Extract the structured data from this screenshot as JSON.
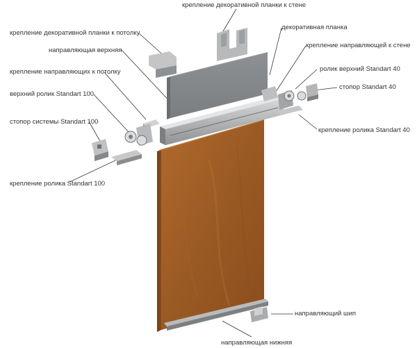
{
  "labels": {
    "wall_mount_decor": "крепление декоративной планки к стене",
    "decor_bar": "декоративная планка",
    "ceiling_mount_decor": "крепление декоративной планки к потолку",
    "upper_rail": "направляющая верхняя",
    "wall_mount_rail": "крепление направляющей к стене",
    "ceiling_mount_rail": "крепление направляющих к потолку",
    "roller_40": "ролик верхний Standart 40",
    "roller_100": "верхний ролик Standart 100",
    "stopper_40": "стопор Standart 40",
    "stopper_100": "стопор системы Standart 100",
    "roller_mount_40": "крепление ролика Standart 40",
    "roller_mount_100": "крепление ролика Standart 100",
    "guide_pin": "направляющий шип",
    "lower_rail": "направляющая нижняя"
  },
  "colors": {
    "wood_light": "#a8652a",
    "wood_dark": "#7a4419",
    "metal_light": "#c9cbcd",
    "metal_mid": "#9a9c9e",
    "metal_dark": "#6b6d70",
    "leader": "#333333"
  }
}
